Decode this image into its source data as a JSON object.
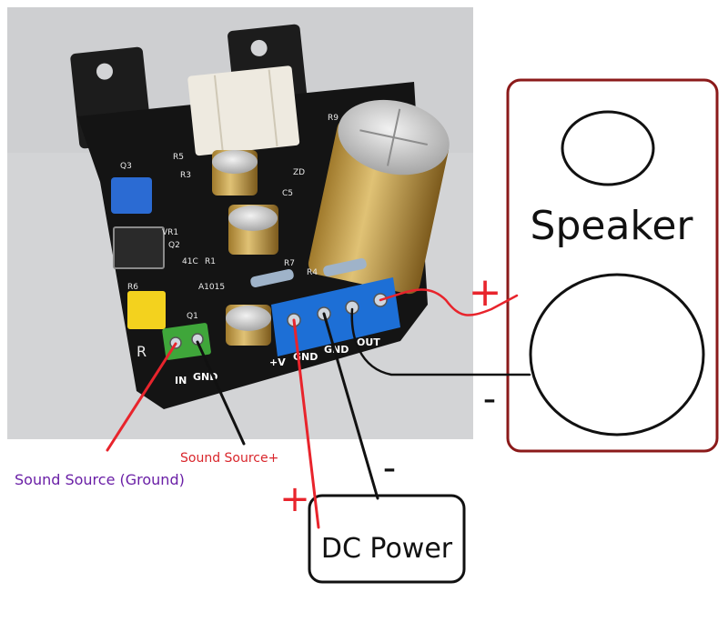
{
  "speaker": {
    "label": "Speaker",
    "plus": "+",
    "minus": "-"
  },
  "power": {
    "label": "DC Power",
    "plus": "+",
    "minus": "-"
  },
  "source": {
    "signal_label": "Sound Source+",
    "ground_label": "Sound Source (Ground)"
  },
  "board": {
    "terminals": {
      "in": "IN",
      "gnd_in": "GND",
      "v_plus": "+V",
      "gnd1": "GND",
      "gnd2": "GND",
      "out": "OUT"
    },
    "silkscreen": {
      "r_letter": "R",
      "q1": "Q1",
      "q2": "Q2",
      "q3": "Q3",
      "r1": "R1",
      "r3": "R3",
      "r4": "R4",
      "r5": "R5",
      "r6": "R6",
      "r7": "R7",
      "r9": "R9",
      "c5": "C5",
      "zd": "ZD",
      "vr1": "VR1",
      "a1015": "A1015",
      "c41": "41C"
    }
  },
  "colors": {
    "speaker_frame": "#8b1a1a",
    "wire_red": "#e8242c",
    "wire_black": "#111111",
    "plus_red": "#e8242c",
    "source_plus_text": "#d9262c",
    "source_ground_text": "#6a1fa6",
    "pcb": "#141414",
    "terminal_blue": "#1d6fd6",
    "terminal_green": "#3fa63a",
    "capacitor_gold": "#c8a04a"
  }
}
